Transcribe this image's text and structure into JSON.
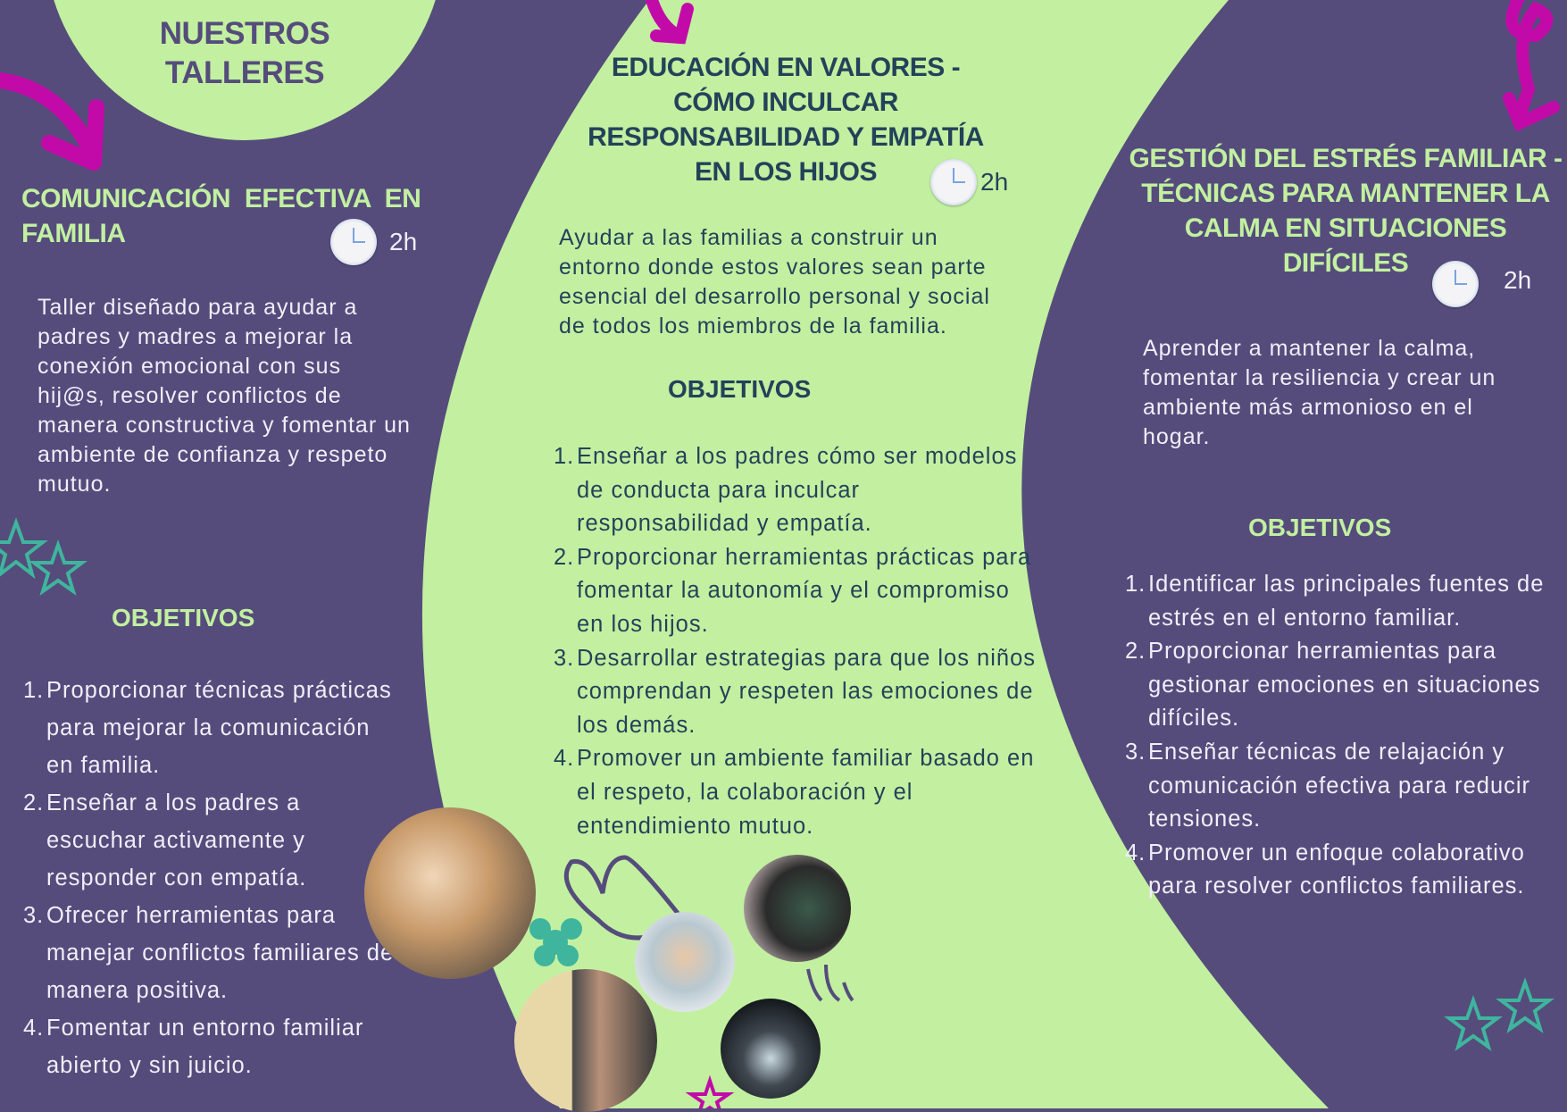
{
  "title": {
    "line1": "NUESTROS",
    "line2": "TALLERES"
  },
  "colors": {
    "purple": "#554c7c",
    "green": "#c2f0a0",
    "dark": "#23425a",
    "magenta": "#c20aa8",
    "teal": "#3fb59d"
  },
  "workshops": [
    {
      "title": "COMUNICACIÓN EFECTIVA EN FAMILIA",
      "duration": "2h",
      "description": "Taller diseñado para ayudar a padres y madres a mejorar la conexión emocional con sus hij@s, resolver conflictos de manera constructiva y fomentar un ambiente de confianza y respeto mutuo.",
      "objectives_label": "OBJETIVOS",
      "objectives": [
        "Proporcionar técnicas prácticas para mejorar la comunicación en familia.",
        "Enseñar a los padres a escuchar activamente y responder con empatía.",
        "Ofrecer herramientas para manejar conflictos familiares de manera positiva.",
        "Fomentar un entorno familiar abierto y sin juicio."
      ]
    },
    {
      "title": "EDUCACIÓN EN VALORES - CÓMO INCULCAR RESPONSABILIDAD Y EMPATÍA EN LOS HIJOS",
      "duration": "2h",
      "description": "Ayudar a las familias a construir un entorno donde estos valores sean parte esencial del desarrollo personal y social de todos los miembros de la familia.",
      "objectives_label": "OBJETIVOS",
      "objectives": [
        "Enseñar a los padres cómo ser modelos de conducta para inculcar responsabilidad y empatía.",
        "Proporcionar herramientas prácticas para fomentar la autonomía y el compromiso en los hijos.",
        "Desarrollar estrategias para que los niños comprendan y respeten las emociones de los demás.",
        "Promover un ambiente familiar basado en el respeto, la colaboración y el entendimiento mutuo."
      ]
    },
    {
      "title": "GESTIÓN DEL ESTRÉS FAMILIAR - TÉCNICAS PARA MANTENER LA CALMA EN SITUACIONES DIFÍCILES",
      "duration": "2h",
      "description": "Aprender a mantener la calma, fomentar la resiliencia y crear un ambiente más armonioso en el hogar.",
      "objectives_label": "OBJETIVOS",
      "objectives": [
        "Identificar las principales fuentes de estrés en el entorno familiar.",
        "Proporcionar herramientas para gestionar emociones en situaciones difíciles.",
        "Enseñar técnicas de relajación y comunicación efectiva para reducir tensiones.",
        "Promover un enfoque colaborativo para resolver conflictos familiares."
      ]
    }
  ],
  "numbers": [
    "1.",
    "2.",
    "3.",
    "4."
  ]
}
